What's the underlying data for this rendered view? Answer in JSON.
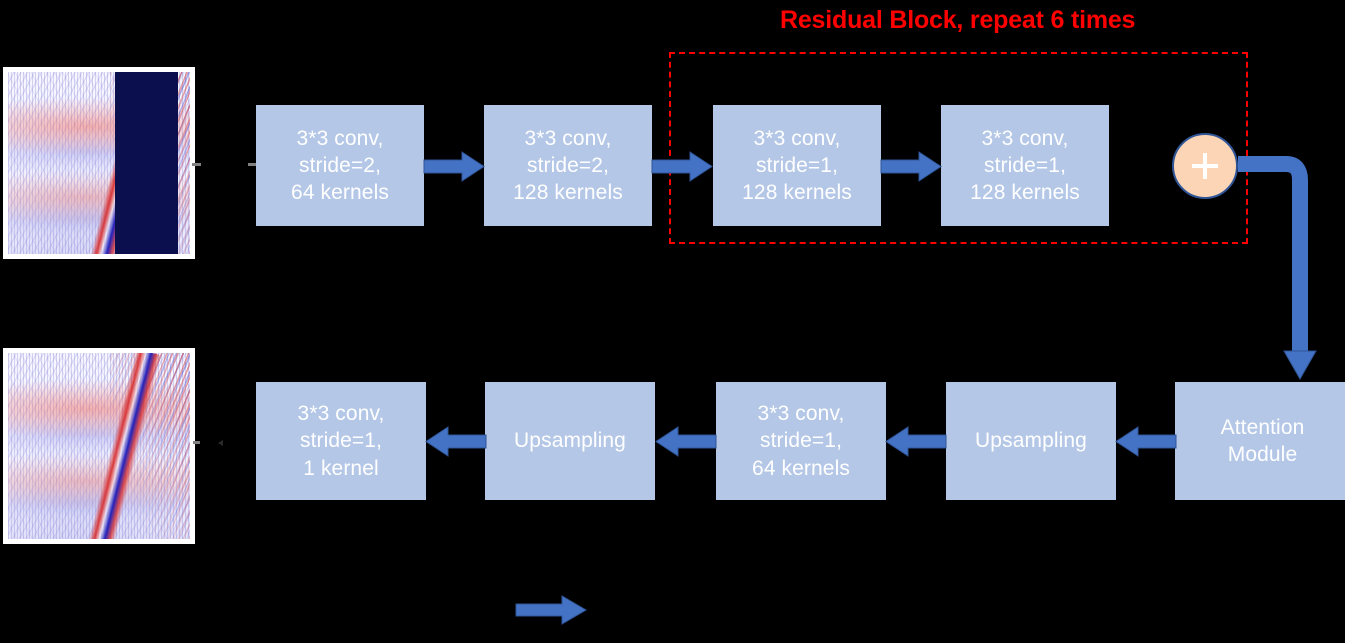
{
  "diagram": {
    "title": "Residual Block, repeat 6 times",
    "background_color": "#000000",
    "box_fill_color": "#b4c7e7",
    "box_text_color": "#ffffff",
    "arrow_color": "#4472c4",
    "residual_border_color": "#ff0000",
    "plus_fill_color": "#fbd5b5",
    "plus_border_color": "#2f5597"
  },
  "images": {
    "input": {
      "name": "input-seismic-gather-with-gap",
      "gap_color": "#0b0f4d"
    },
    "output": {
      "name": "reconstructed-seismic-gather"
    }
  },
  "encoder_row": {
    "blocks": [
      {
        "id": "conv1",
        "label": "3*3 conv,\nstride=2,\n64 kernels"
      },
      {
        "id": "conv2",
        "label": "3*3 conv,\nstride=2,\n128 kernels"
      },
      {
        "id": "conv3",
        "label": "3*3 conv,\nstride=1,\n128 kernels"
      },
      {
        "id": "conv4",
        "label": "3*3 conv,\nstride=1,\n128 kernels"
      }
    ],
    "sum_node": {
      "id": "residual-sum",
      "glyph": "+"
    }
  },
  "decoder_row": {
    "blocks": [
      {
        "id": "attention",
        "label": "Attention\nModule"
      },
      {
        "id": "upsample2",
        "label": "Upsampling"
      },
      {
        "id": "conv5",
        "label": "3*3 conv,\nstride=1,\n64 kernels"
      },
      {
        "id": "upsample1",
        "label": "Upsampling"
      },
      {
        "id": "conv6",
        "label": "3*3 conv,\nstride=1,\n1 kernel"
      }
    ]
  },
  "legend": {
    "arrow_label": ""
  }
}
